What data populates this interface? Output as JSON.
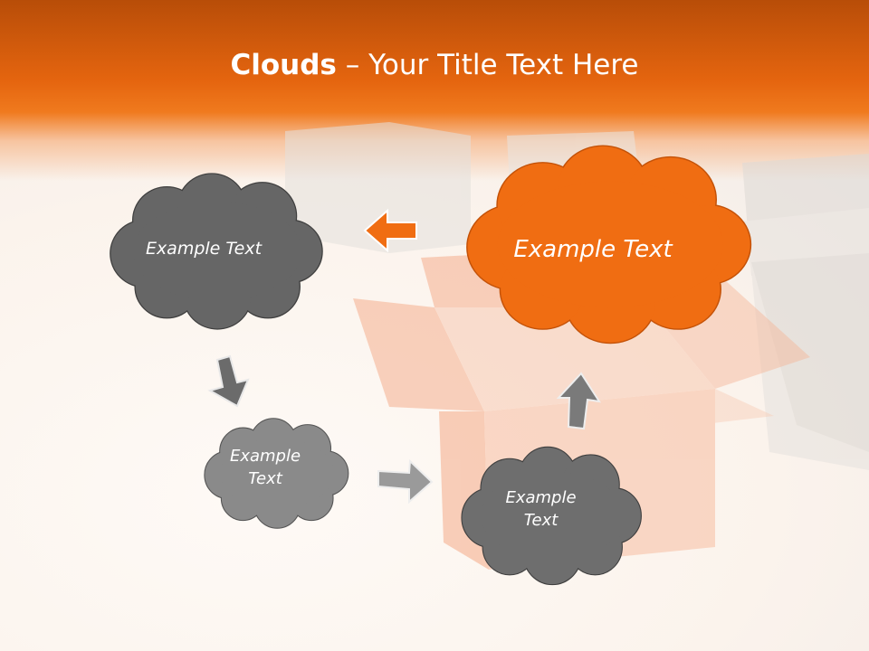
{
  "title": {
    "main": "Clouds",
    "dash": " – ",
    "rest": "Your Title Text Here"
  },
  "clouds": [
    {
      "label": "Example Text",
      "fill": "#666666"
    },
    {
      "label": "Example Text",
      "fill": "#f06d12"
    },
    {
      "label": "Example\nText",
      "fill": "#8a8a8a"
    },
    {
      "label": "Example\nText",
      "fill": "#6e6e6e"
    }
  ],
  "colors": {
    "accent": "#f06d12",
    "dark_cloud": "#666666",
    "arrow_gray": "#6b6b6b",
    "arrow_light": "#9a9a9a"
  }
}
